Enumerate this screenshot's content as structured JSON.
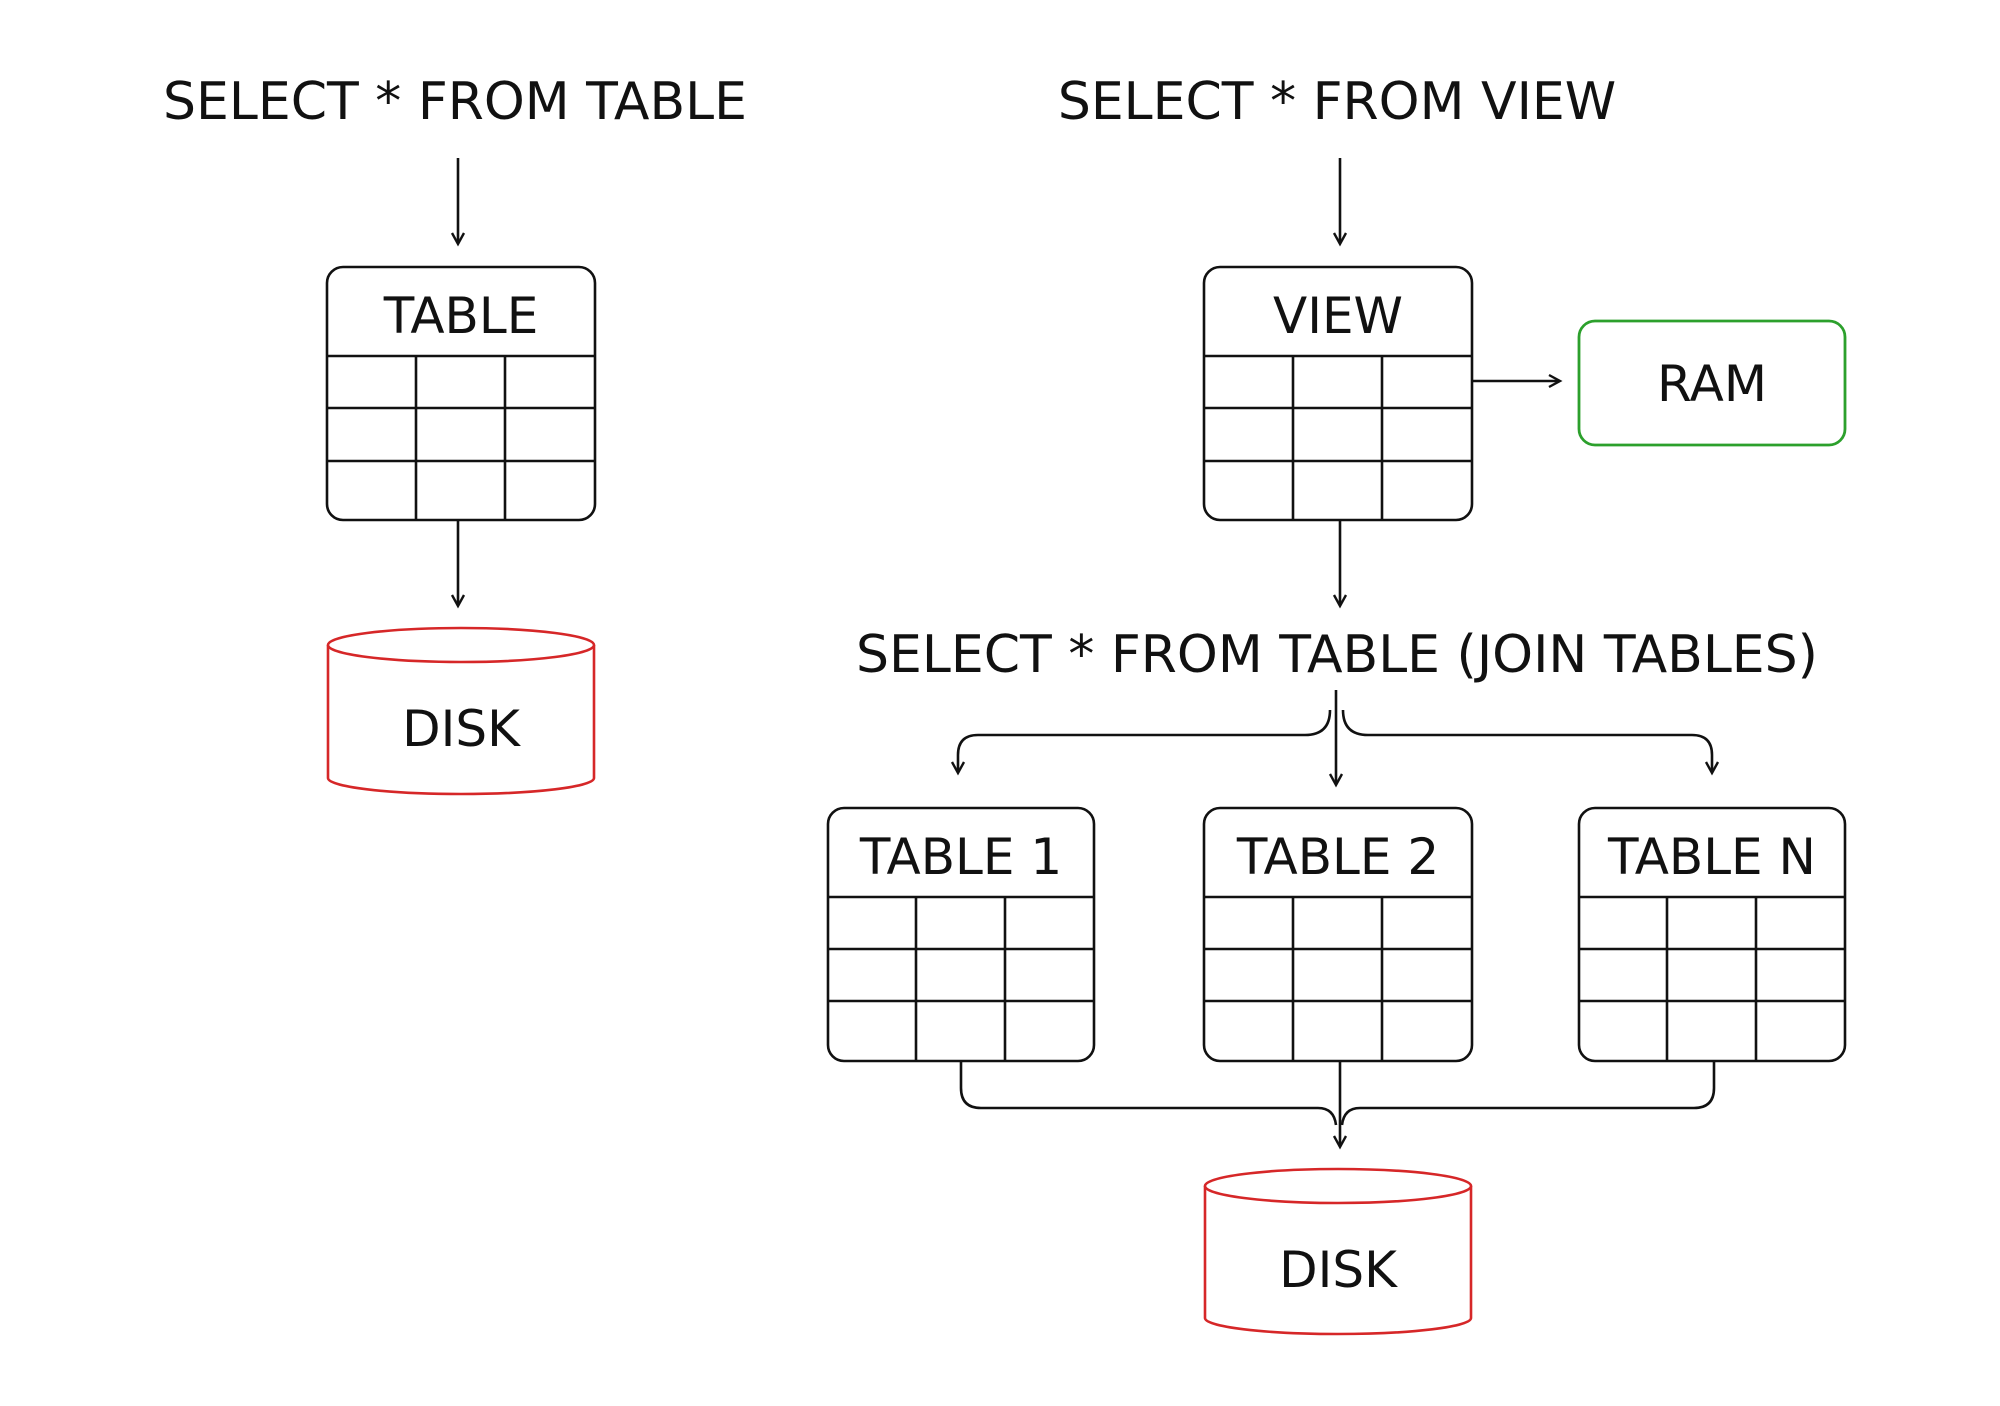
{
  "colors": {
    "ink": "#111111",
    "ram_border": "#2ca02c",
    "disk_border": "#d62728"
  },
  "left": {
    "query": "SELECT * FROM TABLE",
    "table_title": "TABLE",
    "disk_label": "DISK"
  },
  "right": {
    "query": "SELECT * FROM VIEW",
    "view_title": "VIEW",
    "ram_label": "RAM",
    "join_query": "SELECT * FROM TABLE (JOIN TABLES)",
    "tables": [
      "TABLE 1",
      "TABLE 2",
      "TABLE N"
    ],
    "disk_label": "DISK"
  }
}
